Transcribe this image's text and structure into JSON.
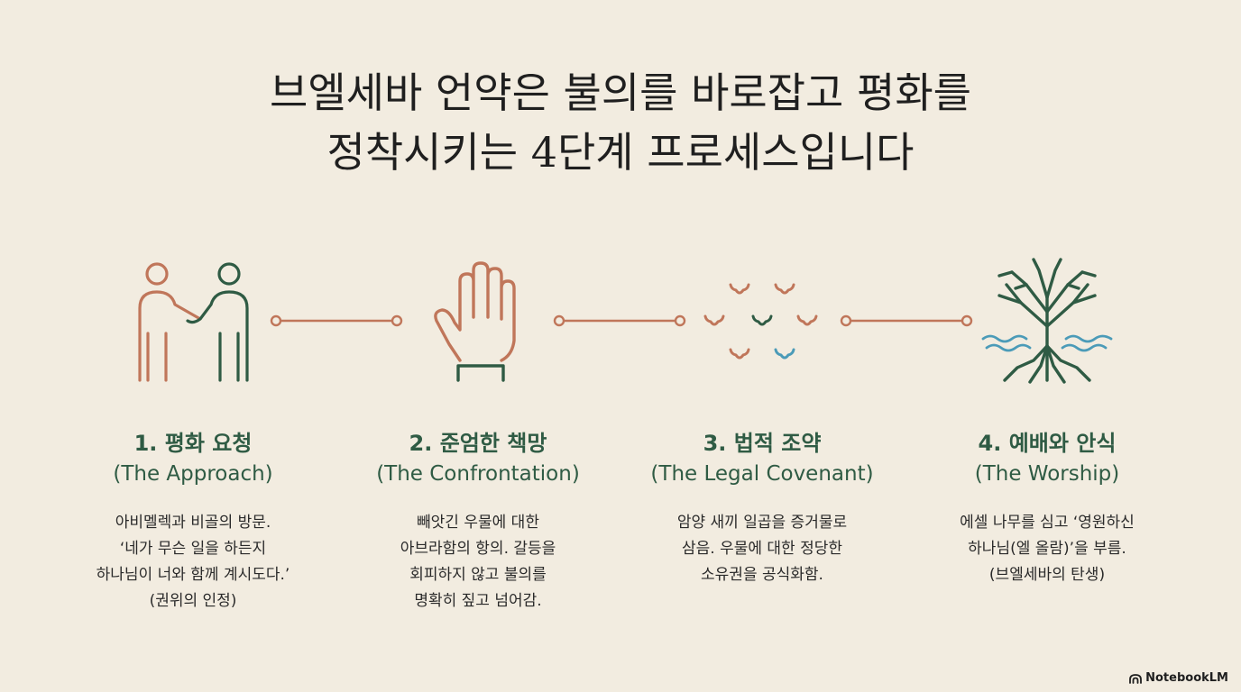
{
  "title": {
    "line1": "브엘세바 언약은 불의를 바로잡고 평화를",
    "line2": "정착시키는 4단계 프로세스입니다"
  },
  "steps": [
    {
      "title": "1. 평화 요청",
      "subtitle": "(The Approach)",
      "description": "아비멜렉과 비골의 방문.\n‘네가 무슨 일을 하든지\n하나님이 너와 함께 계시도다.’\n(권위의 인정)",
      "icon": "handshake-icon"
    },
    {
      "title": "2. 준엄한 책망",
      "subtitle": "(The Confrontation)",
      "description": "빼앗긴 우물에 대한\n아브라함의 항의. 갈등을\n회피하지 않고 불의를\n명확히 짚고 넘어감.",
      "icon": "raised-hand-icon"
    },
    {
      "title": "3. 법적 조약",
      "subtitle": "(The Legal Covenant)",
      "description": "암양 새끼 일곱을 증거물로\n삼음. 우물에 대한 정당한\n소유권을 공식화함.",
      "icon": "seven-lambs-icon"
    },
    {
      "title": "4. 예배와 안식",
      "subtitle": "(The Worship)",
      "description": "에셀 나무를 심고 ‘영원하신\n하나님(엘 올람)’을 부름.\n(브엘세바의 탄생)",
      "icon": "tree-water-icon"
    }
  ],
  "colors": {
    "background": "#f2ece0",
    "terracotta": "#c0765a",
    "green": "#2f5b44",
    "blue": "#4b9bb8"
  },
  "brand": {
    "name": "NotebookLM",
    "icon": "notebooklm-logo-icon"
  }
}
